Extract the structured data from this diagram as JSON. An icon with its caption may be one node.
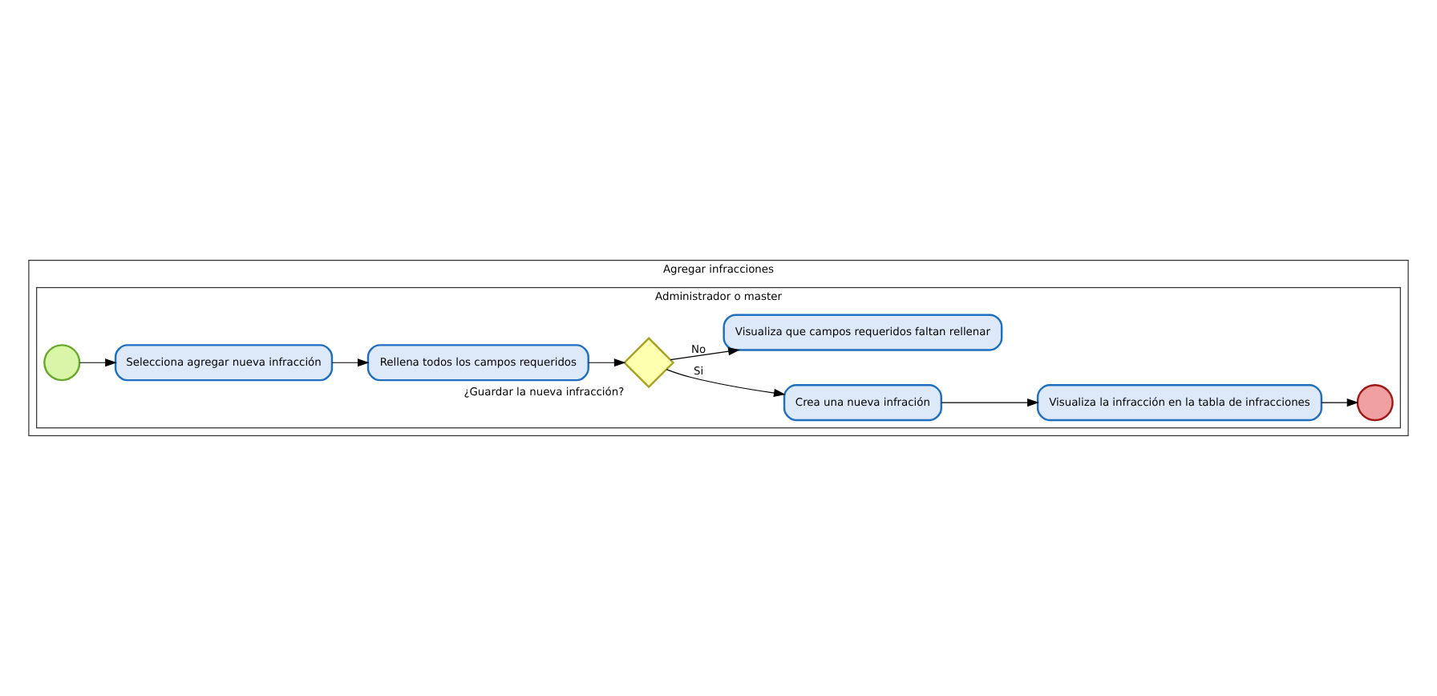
{
  "diagram": {
    "nodes": [
      {
        "text": [
          "Agregar infracciones"
        ]
      },
      {
        "text": [
          "Administrador o master"
        ],
        "in": 0
      },
      {
        "text": [],
        "shape": "circle",
        "in": 1
      },
      {
        "text": [
          "Selecciona agregar nueva infracción"
        ],
        "in": 1
      },
      {
        "text": [
          "Rellena todos los campos requeridos"
        ],
        "in": 1
      },
      {
        "text": [],
        "shape": "diamond",
        "beside": [
          "¿Guardar la nueva infracción?"
        ],
        "in": 1
      },
      {
        "text": [
          "Crea una nueva infración"
        ],
        "in": 1
      },
      {
        "text": [
          "Visualiza que campos requeridos faltan rellenar"
        ],
        "in": 1
      },
      {
        "text": [
          "Visualiza la infracción en la tabla de infracciones"
        ],
        "in": 1
      },
      {
        "text": [],
        "shape": "circle",
        "in": 1
      }
    ],
    "edges": [
      {
        "from": 2,
        "to": 3,
        "arrow": "to"
      },
      {
        "from": 3,
        "to": 4,
        "arrow": "to"
      },
      {
        "from": 4,
        "to": 5,
        "arrow": "to"
      },
      {
        "from": 5,
        "to": 6,
        "arrow": "to",
        "label": "Si"
      },
      {
        "from": 5,
        "to": 7,
        "arrow": "to",
        "label": "No"
      },
      {
        "from": 6,
        "to": 8,
        "arrow": "to"
      },
      {
        "from": 8,
        "to": 9,
        "arrow": "to"
      }
    ]
  }
}
